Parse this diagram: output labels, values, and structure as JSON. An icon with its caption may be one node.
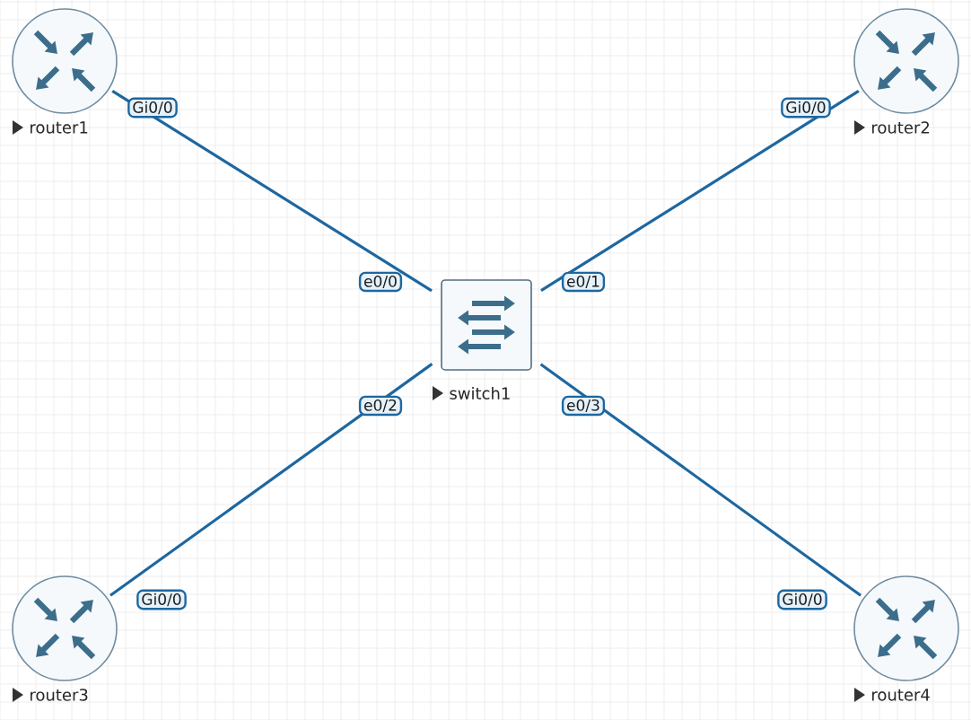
{
  "diagram": {
    "nodes": [
      {
        "text": [],
        "shape": "circle",
        "beside": [
          "router1"
        ]
      },
      {
        "text": [],
        "shape": "circle",
        "beside": [
          "router2"
        ]
      },
      {
        "text": [],
        "shape": "box",
        "beside": [
          "switch1"
        ]
      },
      {
        "text": [],
        "shape": "circle",
        "beside": [
          "router3"
        ]
      },
      {
        "text": [],
        "shape": "circle",
        "beside": [
          "router4"
        ]
      }
    ],
    "edges": [
      {
        "from": 0,
        "to": 2,
        "arrow": "none"
      },
      {
        "from": 1,
        "to": 2,
        "arrow": "none"
      },
      {
        "from": 3,
        "to": 2,
        "arrow": "none"
      },
      {
        "from": 4,
        "to": 2,
        "arrow": "none"
      }
    ],
    "labels": [
      "Gi0/0",
      "Gi0/0",
      "e0/0",
      "e0/1",
      "e0/2",
      "e0/3",
      "Gi0/0",
      "Gi0/0"
    ]
  }
}
